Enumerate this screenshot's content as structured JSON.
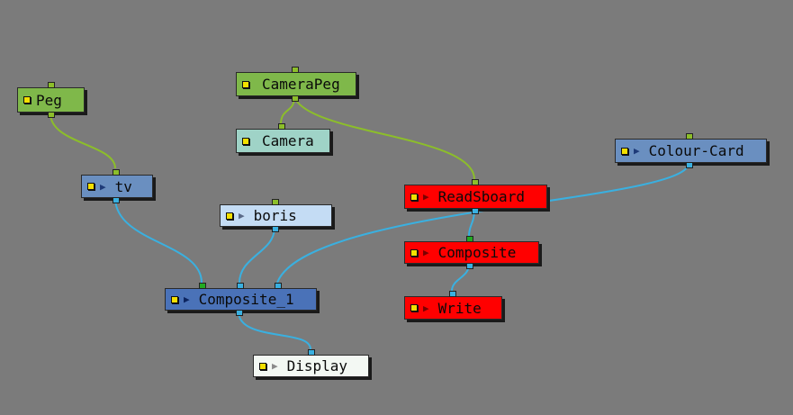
{
  "nodes": {
    "peg": {
      "label": "Peg"
    },
    "camerapeg": {
      "label": "CameraPeg"
    },
    "camera": {
      "label": "Camera"
    },
    "colourcard": {
      "label": "Colour-Card",
      "play": "▶"
    },
    "tv": {
      "label": "tv",
      "play": "▶"
    },
    "readsboard": {
      "label": "ReadSboard",
      "play": "▶"
    },
    "boris": {
      "label": "boris",
      "play": "▶"
    },
    "composite": {
      "label": "Composite",
      "play": "▶"
    },
    "write": {
      "label": "Write",
      "play": "▶"
    },
    "composite1": {
      "label": "Composite_1",
      "play": "▶"
    },
    "display": {
      "label": "Display",
      "play": "▶"
    }
  },
  "colors": {
    "background": "#7b7b7b",
    "peg_node": "#7fb84a",
    "camera_node": "#9fd3c7",
    "read_node": "#6a8fc0",
    "boris_node": "#c4dcf4",
    "red_node": "#ff0000",
    "composite_node": "#4a72b8",
    "display_node": "#f3f8f3",
    "green_wire": "#8cbe2a",
    "blue_wire": "#3ab0e0"
  }
}
